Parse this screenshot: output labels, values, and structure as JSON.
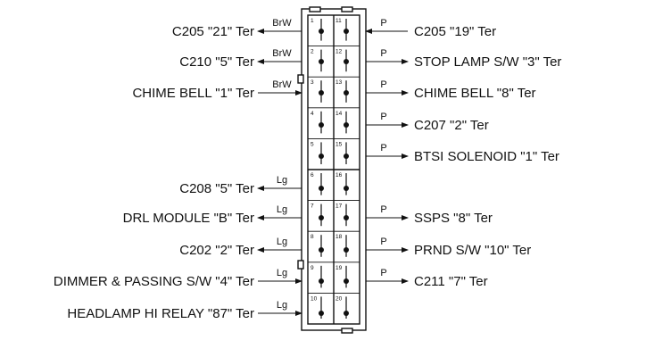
{
  "left_labels": [
    {
      "text": "C205 \"21\" Ter",
      "wire": "BrW",
      "pin": "1",
      "direction": "out"
    },
    {
      "text": "C210 \"5\" Ter",
      "wire": "BrW",
      "pin": "2",
      "direction": "out"
    },
    {
      "text": "CHIME BELL \"1\" Ter",
      "wire": "BrW",
      "pin": "3",
      "direction": "in"
    },
    {
      "text": "",
      "wire": "",
      "pin": "4",
      "direction": "none"
    },
    {
      "text": "",
      "wire": "",
      "pin": "5",
      "direction": "none"
    },
    {
      "text": "C208 \"5\" Ter",
      "wire": "Lg",
      "pin": "6",
      "direction": "out"
    },
    {
      "text": "DRL MODULE \"B\" Ter",
      "wire": "Lg",
      "pin": "7",
      "direction": "out"
    },
    {
      "text": "C202 \"2\" Ter",
      "wire": "Lg",
      "pin": "8",
      "direction": "out"
    },
    {
      "text": "DIMMER & PASSING S/W \"4\" Ter",
      "wire": "Lg",
      "pin": "9",
      "direction": "in"
    },
    {
      "text": "HEADLAMP HI RELAY \"87\" Ter",
      "wire": "Lg",
      "pin": "10",
      "direction": "in"
    }
  ],
  "right_labels": [
    {
      "text": "C205 \"19\" Ter",
      "wire": "P",
      "pin": "11",
      "direction": "in"
    },
    {
      "text": "STOP LAMP S/W \"3\" Ter",
      "wire": "P",
      "pin": "12",
      "direction": "out"
    },
    {
      "text": "CHIME BELL \"8\" Ter",
      "wire": "P",
      "pin": "13",
      "direction": "out"
    },
    {
      "text": "C207 \"2\" Ter",
      "wire": "P",
      "pin": "14",
      "direction": "out"
    },
    {
      "text": "BTSI SOLENOID \"1\" Ter",
      "wire": "P",
      "pin": "15",
      "direction": "out"
    },
    {
      "text": "",
      "wire": "",
      "pin": "16",
      "direction": "none"
    },
    {
      "text": "SSPS \"8\" Ter",
      "wire": "P",
      "pin": "17",
      "direction": "out"
    },
    {
      "text": "PRND S/W \"10\" Ter",
      "wire": "P",
      "pin": "18",
      "direction": "out"
    },
    {
      "text": "C211 \"7\" Ter",
      "wire": "P",
      "pin": "19",
      "direction": "out"
    },
    {
      "text": "",
      "wire": "",
      "pin": "20",
      "direction": "none"
    }
  ]
}
